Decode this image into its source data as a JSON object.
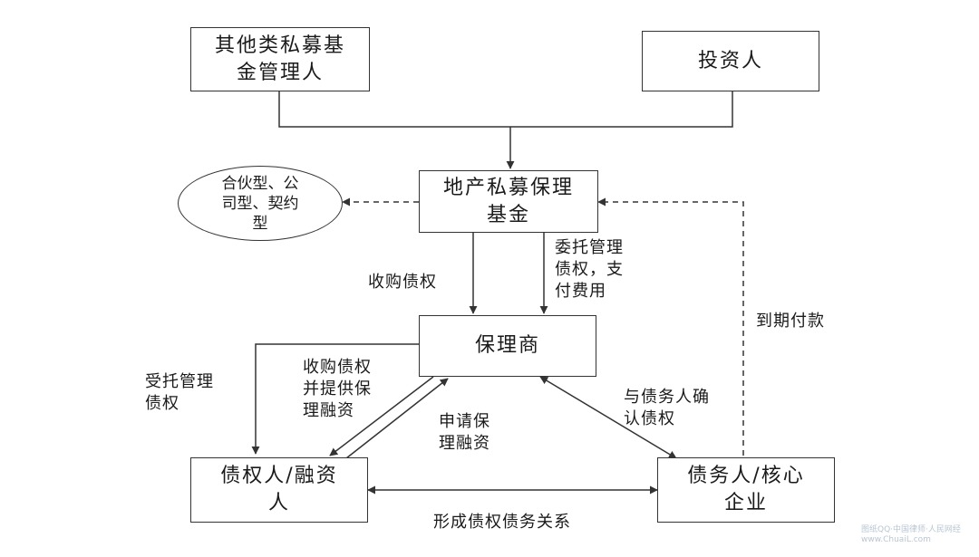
{
  "nodes": {
    "other_managers": [
      "其他类私募基",
      "金管理人"
    ],
    "investors": [
      "投资人"
    ],
    "fund": [
      "地产私募保理",
      "基金"
    ],
    "fund_types": [
      "合伙型、公",
      "司型、契约",
      "型"
    ],
    "factor": [
      "保理商"
    ],
    "creditor": [
      "债权人/融资",
      "人"
    ],
    "debtor": [
      "债务人/核心",
      "企业"
    ]
  },
  "labels": {
    "acquire_claims": [
      "收购债权"
    ],
    "entrust_manage": [
      "委托管理",
      "债权，支",
      "付费用"
    ],
    "maturity_payment": [
      "到期付款"
    ],
    "trustee_manage": [
      "受托管理",
      "债权"
    ],
    "acquire_finance": [
      "收购债权",
      "并提供保",
      "理融资"
    ],
    "apply_finance": [
      "申请保",
      "理融资"
    ],
    "confirm_claims": [
      "与债务人确",
      "认债权"
    ],
    "form_relation": [
      "形成债权债务关系"
    ]
  },
  "watermark": [
    "图纸QQ·中国律师·人民网经",
    "www.ChuaiL.com"
  ]
}
